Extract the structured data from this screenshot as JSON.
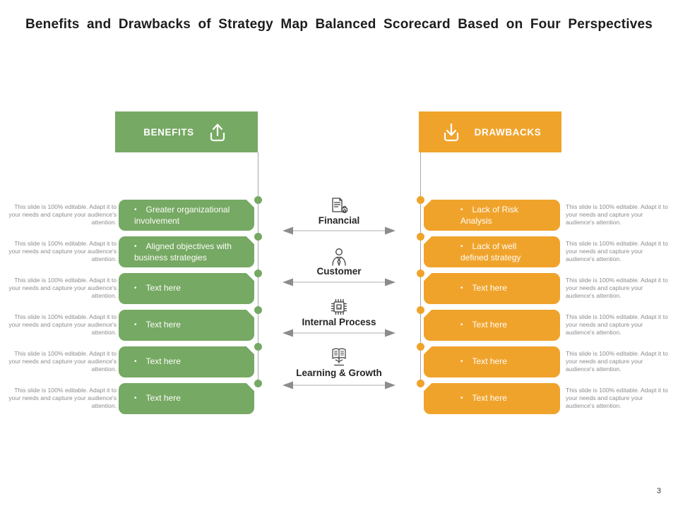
{
  "slide": {
    "title": "Benefits and Drawbacks of Strategy Map Balanced Scorecard Based on Four Perspectives",
    "page_number": "3",
    "editable_note": "This slide is 100% editable. Adapt it to your needs and capture your audience's attention."
  },
  "benefits": {
    "title": "BENEFITS",
    "icon": "upload-icon",
    "color": "#76A963",
    "items": [
      "Greater organizational involvement",
      "Aligned objectives with business strategies",
      "Text here",
      "Text here",
      "Text here",
      "Text here"
    ]
  },
  "drawbacks": {
    "title": "DRAWBACKS",
    "icon": "download-icon",
    "color": "#F0A32B",
    "items": [
      "Lack of Risk Analysis",
      "Lack of well defined strategy",
      "Text here",
      "Text here",
      "Text here",
      "Text here"
    ]
  },
  "perspectives": [
    {
      "label": "Financial",
      "icon": "financial-document-money-icon"
    },
    {
      "label": "Customer",
      "icon": "customer-person-icon"
    },
    {
      "label": "Internal Process",
      "icon": "cpu-chip-icon"
    },
    {
      "label": "Learning & Growth",
      "icon": "open-book-growth-icon"
    }
  ],
  "colors": {
    "benefits_green": "#76A963",
    "drawbacks_orange": "#F0A32B",
    "caption_gray": "#8C8C8C",
    "arrow_gray": "#8C8C8C"
  }
}
